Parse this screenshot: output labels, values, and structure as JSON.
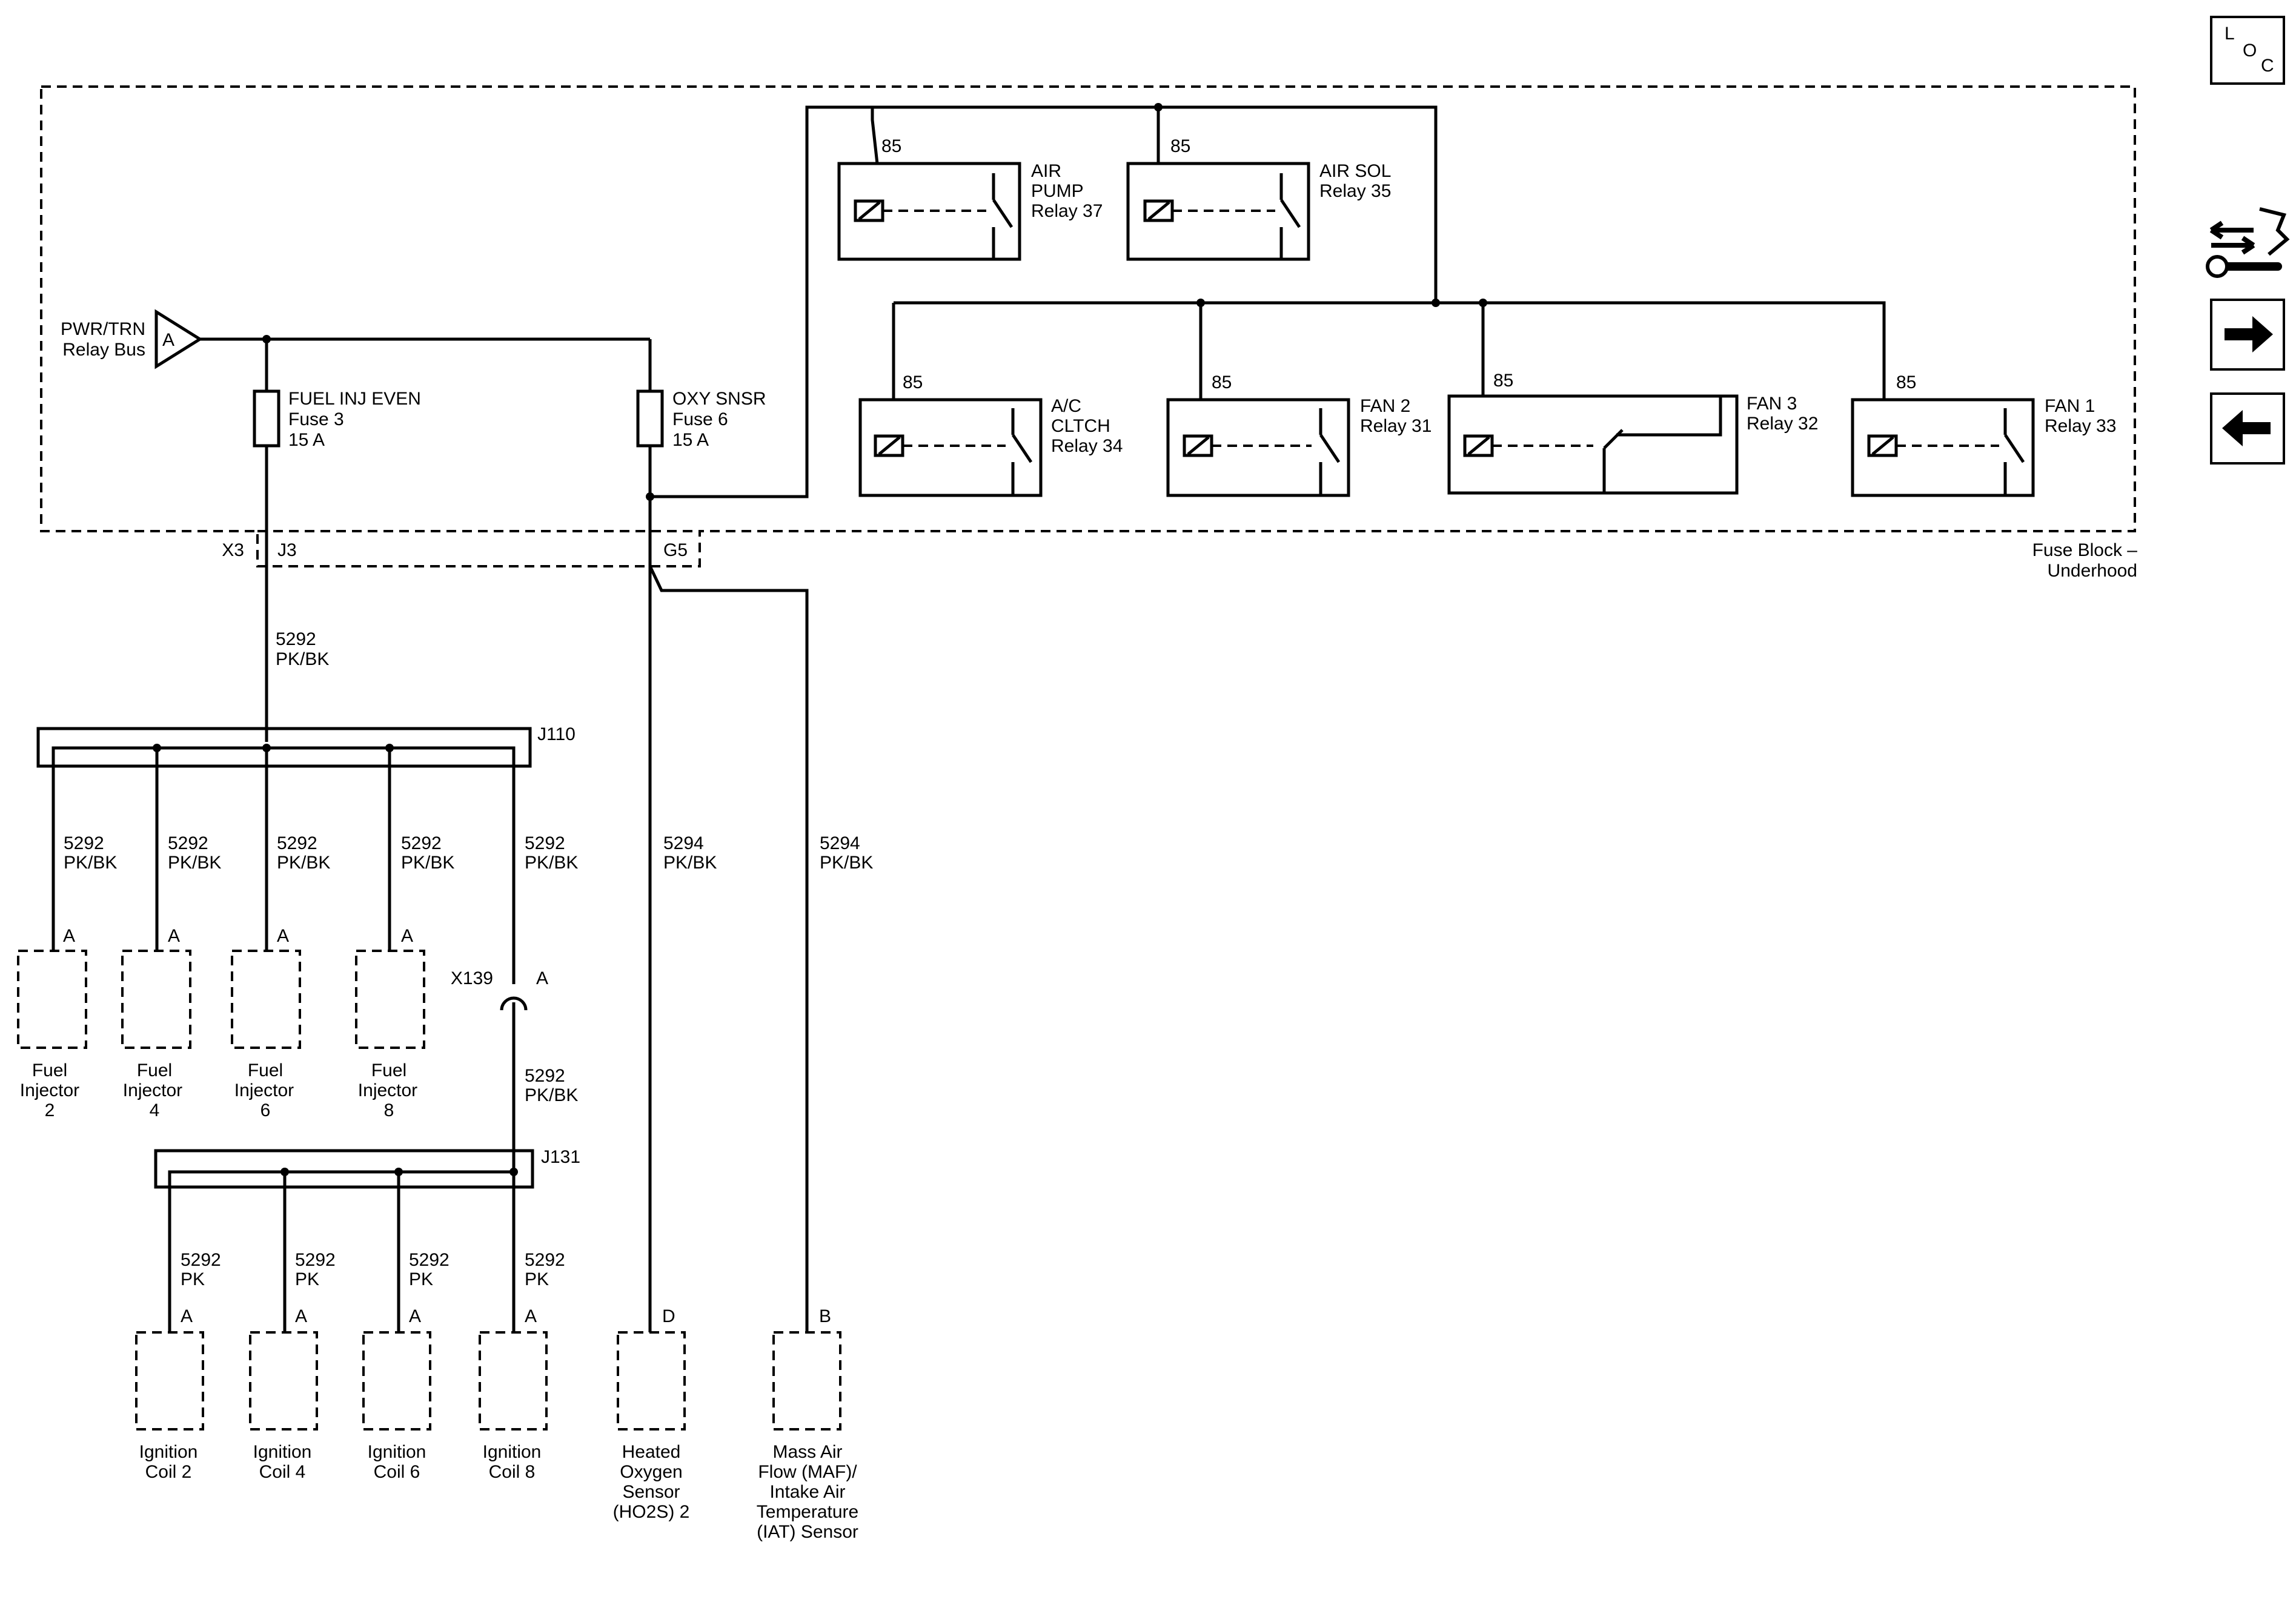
{
  "fuse_block": {
    "label_1": "Fuse Block –",
    "label_2": "Underhood",
    "bus_1": "PWR/TRN",
    "bus_2": "Relay Bus",
    "bus_pin": "A",
    "fuse_3": [
      "FUEL INJ EVEN",
      "Fuse 3",
      "15 A"
    ],
    "fuse_6": [
      "OXY SNSR",
      "Fuse 6",
      "15 A"
    ],
    "relay_37": [
      "AIR",
      "PUMP",
      "Relay 37"
    ],
    "relay_35": [
      "AIR SOL",
      "Relay 35"
    ],
    "relay_34": [
      "A/C",
      "CLTCH",
      "Relay 34"
    ],
    "relay_31": [
      "FAN 2",
      "Relay 31"
    ],
    "relay_32": [
      "FAN 3",
      "Relay 32"
    ],
    "relay_33": [
      "FAN 1",
      "Relay 33"
    ],
    "pin_85": "85"
  },
  "connectors": {
    "x3": "X3",
    "j3": "J3",
    "g5": "G5",
    "j110": "J110",
    "j131": "J131",
    "x139": "X139",
    "x139_pin": "A"
  },
  "wires": {
    "w5292_pkbk": [
      "5292",
      "PK/BK"
    ],
    "w5292_pk": [
      "5292",
      "PK"
    ],
    "w5294_pkbk": [
      "5294",
      "PK/BK"
    ]
  },
  "components": {
    "inj2": [
      "Fuel",
      "Injector",
      "2"
    ],
    "inj4": [
      "Fuel",
      "Injector",
      "4"
    ],
    "inj6": [
      "Fuel",
      "Injector",
      "6"
    ],
    "inj8": [
      "Fuel",
      "Injector",
      "8"
    ],
    "coil2": [
      "Ignition",
      "Coil 2"
    ],
    "coil4": [
      "Ignition",
      "Coil 4"
    ],
    "coil6": [
      "Ignition",
      "Coil 6"
    ],
    "coil8": [
      "Ignition",
      "Coil 8"
    ],
    "ho2s": [
      "Heated",
      "Oxygen",
      "Sensor",
      "(HO2S) 2"
    ],
    "maf": [
      "Mass Air",
      "Flow (MAF)/",
      "Intake Air",
      "Temperature",
      "(IAT) Sensor"
    ],
    "pin_a": "A",
    "pin_b": "B",
    "pin_d": "D"
  },
  "side_panel": {
    "loc_l": "L",
    "loc_o": "O",
    "loc_c": "C",
    "icons": [
      "wiring-harness-icon",
      "arrow-right-icon",
      "arrow-left-icon"
    ]
  }
}
